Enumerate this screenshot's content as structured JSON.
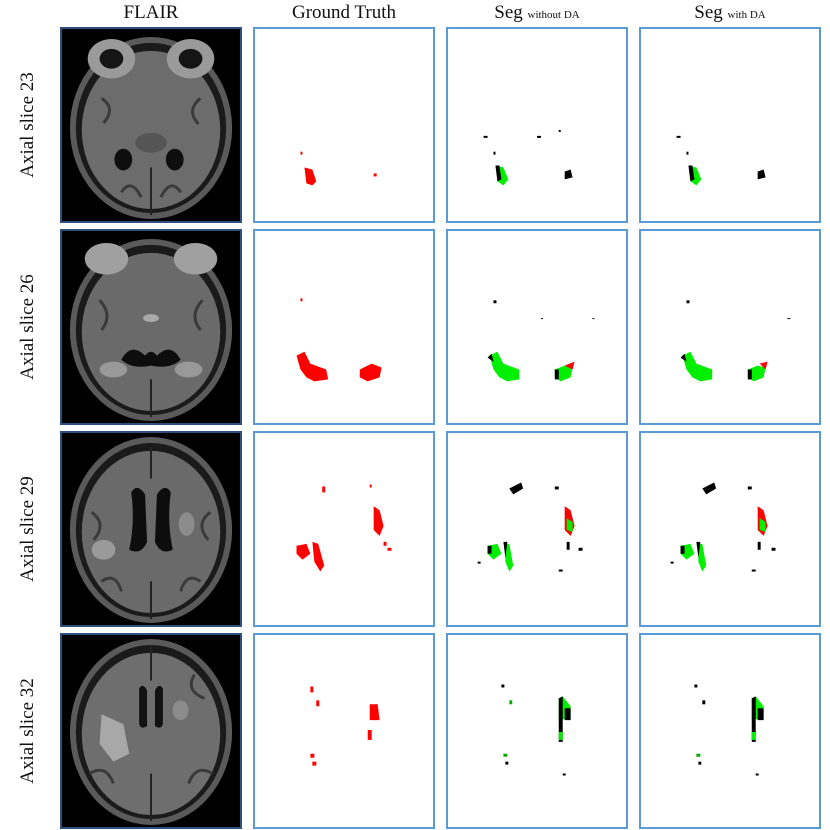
{
  "columns": [
    {
      "label": "FLAIR",
      "subscript": ""
    },
    {
      "label": "Ground Truth",
      "subscript": ""
    },
    {
      "label": "Seg",
      "subscript": "without DA"
    },
    {
      "label": "Seg",
      "subscript": "with DA"
    }
  ],
  "rows": [
    {
      "label": "Axial slice 23"
    },
    {
      "label": "Axial slice 26"
    },
    {
      "label": "Axial slice 29"
    },
    {
      "label": "Axial slice 32"
    }
  ],
  "colors": {
    "ground_truth": "#ff0000",
    "true_positive": "#00ff00",
    "false_positive": "#000000",
    "false_negative": "#ff0000",
    "panel_border": "#5b9bd5"
  }
}
